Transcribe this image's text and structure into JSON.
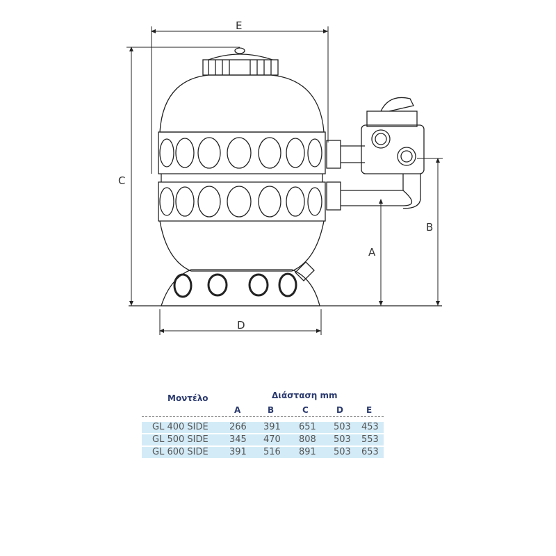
{
  "dimension_labels": {
    "A": "A",
    "B": "B",
    "C": "C",
    "D": "D",
    "E": "E"
  },
  "table": {
    "model_header": "Μοντέλο",
    "dimension_header": "Διάσταση mm",
    "columns": [
      "A",
      "B",
      "C",
      "D",
      "E"
    ],
    "rows": [
      {
        "model": "GL 400 SIDE",
        "values": [
          "266",
          "391",
          "651",
          "503",
          "453"
        ]
      },
      {
        "model": "GL 500 SIDE",
        "values": [
          "345",
          "470",
          "808",
          "503",
          "553"
        ]
      },
      {
        "model": "GL 600 SIDE",
        "values": [
          "391",
          "516",
          "891",
          "503",
          "653"
        ]
      }
    ]
  },
  "colors": {
    "header": "#2b3a6e",
    "row_bg": "#d3ebf7",
    "line": "#222222"
  }
}
